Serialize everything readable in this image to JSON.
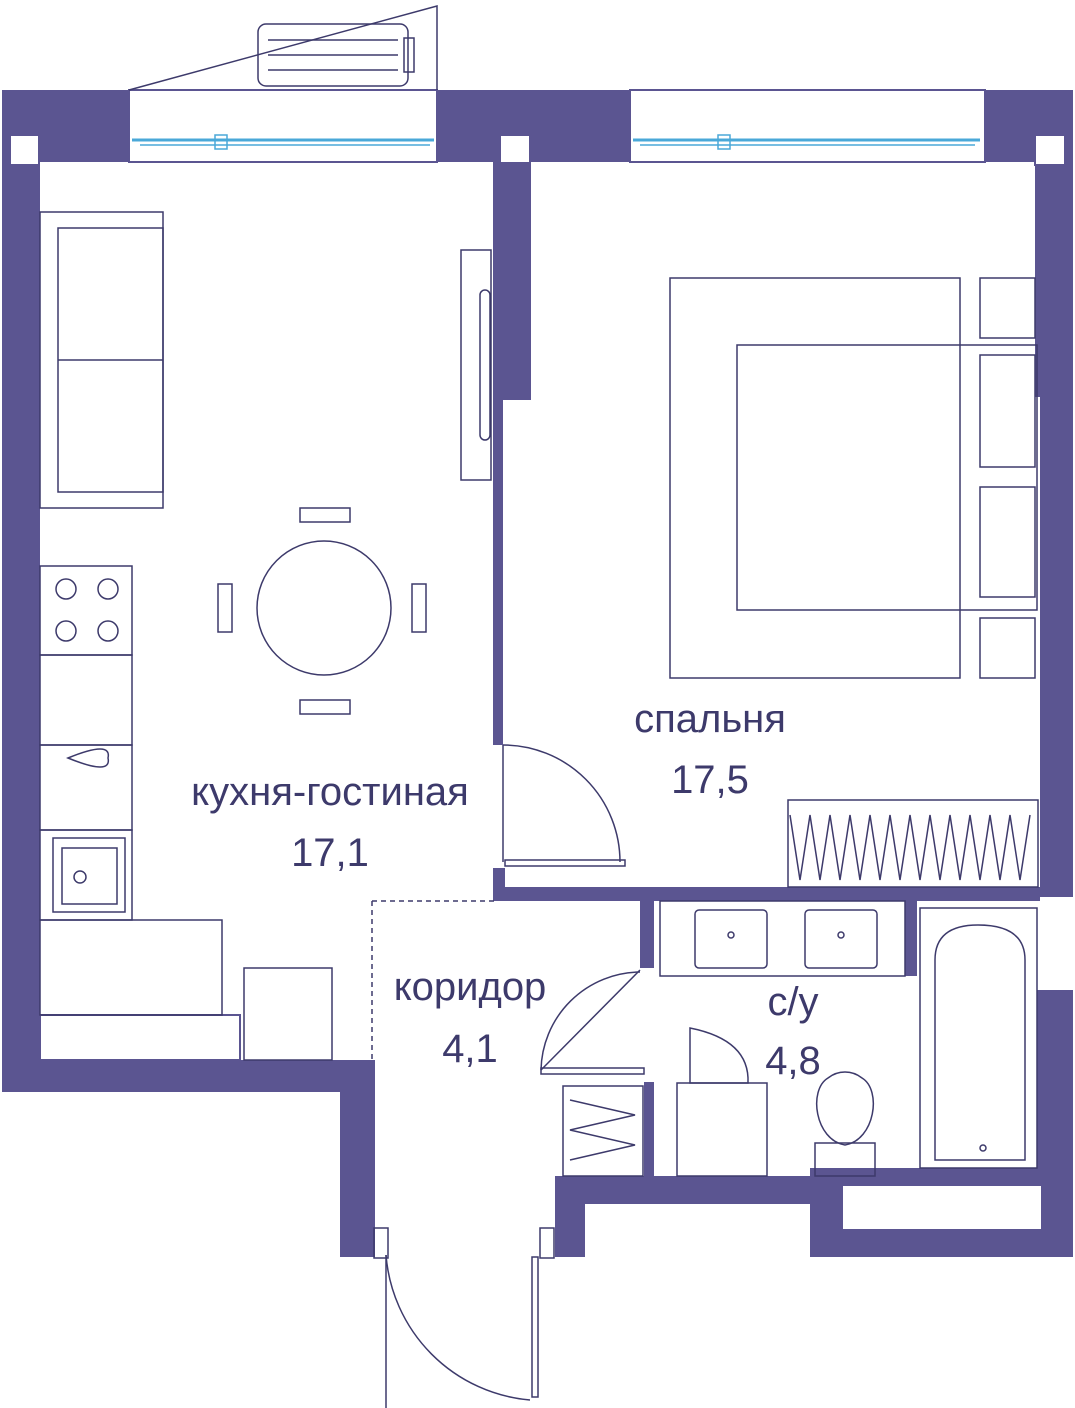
{
  "colors": {
    "wall": "#5b5591",
    "line": "#3d3a6b",
    "window": "#4aa8d8",
    "text": "#3d3a6b"
  },
  "rooms": {
    "kitchen_living": {
      "name": "кухня-гостиная",
      "area": "17,1"
    },
    "bedroom": {
      "name": "спальня",
      "area": "17,5"
    },
    "corridor": {
      "name": "коридор",
      "area": "4,1"
    },
    "bathroom": {
      "name": "с/у",
      "area": "4,8"
    }
  },
  "icons": [
    "window-icon",
    "door-icon",
    "bed-icon",
    "sofa-icon",
    "stove-icon",
    "sink-icon",
    "bathtub-icon",
    "toilet-icon",
    "table-icon",
    "chair-icon",
    "wardrobe-icon",
    "ac-unit-icon"
  ]
}
